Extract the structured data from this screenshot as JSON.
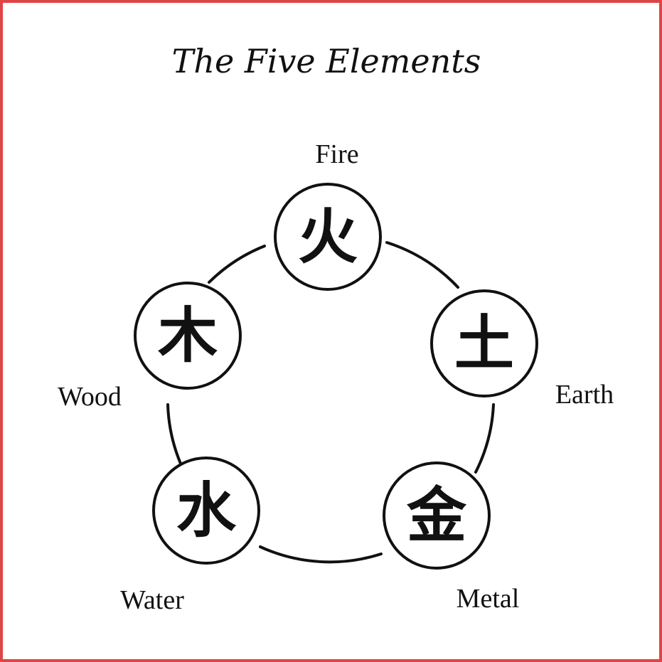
{
  "title": "The Five Elements",
  "elements": [
    {
      "key": "fire",
      "label": "Fire",
      "glyph": "火"
    },
    {
      "key": "earth",
      "label": "Earth",
      "glyph": "土"
    },
    {
      "key": "metal",
      "label": "Metal",
      "glyph": "金"
    },
    {
      "key": "water",
      "label": "Water",
      "glyph": "水"
    },
    {
      "key": "wood",
      "label": "Wood",
      "glyph": "木"
    }
  ],
  "colors": {
    "border": "#e04545",
    "ink": "#111111",
    "background": "#ffffff"
  }
}
